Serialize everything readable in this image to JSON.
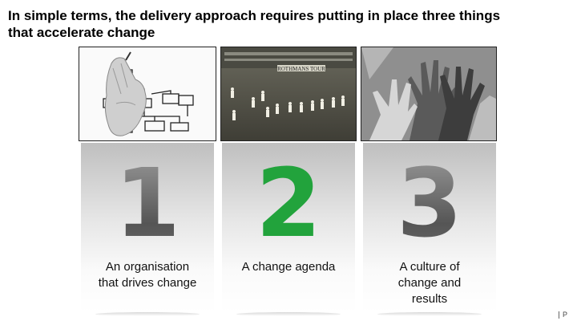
{
  "slide": {
    "title_line1": "In simple terms, the delivery approach requires putting in place three things",
    "title_line2": "that accelerate change"
  },
  "images": [
    {
      "icon": "hand-drawing-org-chart-icon"
    },
    {
      "icon": "cricket-field-photo-icon"
    },
    {
      "icon": "overlapping-hands-icon"
    }
  ],
  "pillars": [
    {
      "number": "1",
      "caption_lines": [
        "An organisation",
        "that drives change"
      ],
      "number_color": "#666666"
    },
    {
      "number": "2",
      "caption_lines": [
        "A change agenda"
      ],
      "number_color": "#22a33c"
    },
    {
      "number": "3",
      "caption_lines": [
        "A culture of",
        "change and",
        "results"
      ],
      "number_color": "#666666"
    }
  ],
  "footer": {
    "page_number": "P"
  }
}
